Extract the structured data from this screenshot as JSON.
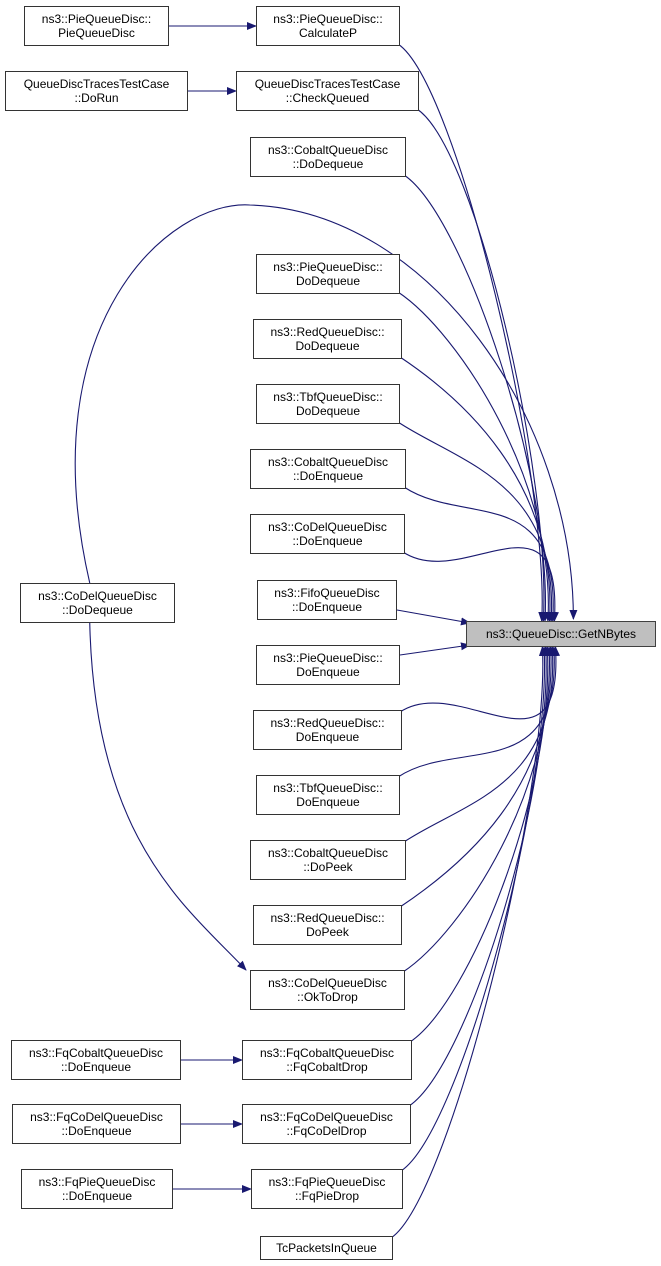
{
  "diagram": {
    "type": "caller-graph",
    "edge_color": "#191970",
    "target_fill": "#bfbfbf",
    "target": {
      "id": "getnbytes",
      "lines": [
        "ns3::QueueDisc::GetNBytes"
      ]
    },
    "nodes": [
      {
        "id": "pie_ctor",
        "lines": [
          "ns3::PieQueueDisc::",
          "PieQueueDisc"
        ]
      },
      {
        "id": "pie_calcp",
        "lines": [
          "ns3::PieQueueDisc::",
          "CalculateP"
        ]
      },
      {
        "id": "qdt_dorun",
        "lines": [
          "QueueDiscTracesTestCase",
          "::DoRun"
        ]
      },
      {
        "id": "qdt_checkqueued",
        "lines": [
          "QueueDiscTracesTestCase",
          "::CheckQueued"
        ]
      },
      {
        "id": "cobalt_dodequeue",
        "lines": [
          "ns3::CobaltQueueDisc",
          "::DoDequeue"
        ]
      },
      {
        "id": "pie_dodequeue",
        "lines": [
          "ns3::PieQueueDisc::",
          "DoDequeue"
        ]
      },
      {
        "id": "red_dodequeue",
        "lines": [
          "ns3::RedQueueDisc::",
          "DoDequeue"
        ]
      },
      {
        "id": "tbf_dodequeue",
        "lines": [
          "ns3::TbfQueueDisc::",
          "DoDequeue"
        ]
      },
      {
        "id": "cobalt_doenqueue",
        "lines": [
          "ns3::CobaltQueueDisc",
          "::DoEnqueue"
        ]
      },
      {
        "id": "codel_doenqueue",
        "lines": [
          "ns3::CoDelQueueDisc",
          "::DoEnqueue"
        ]
      },
      {
        "id": "fifo_doenqueue",
        "lines": [
          "ns3::FifoQueueDisc",
          "::DoEnqueue"
        ]
      },
      {
        "id": "pie_doenqueue",
        "lines": [
          "ns3::PieQueueDisc::",
          "DoEnqueue"
        ]
      },
      {
        "id": "red_doenqueue",
        "lines": [
          "ns3::RedQueueDisc::",
          "DoEnqueue"
        ]
      },
      {
        "id": "tbf_doenqueue",
        "lines": [
          "ns3::TbfQueueDisc::",
          "DoEnqueue"
        ]
      },
      {
        "id": "cobalt_dopeek",
        "lines": [
          "ns3::CobaltQueueDisc",
          "::DoPeek"
        ]
      },
      {
        "id": "red_dopeek",
        "lines": [
          "ns3::RedQueueDisc::",
          "DoPeek"
        ]
      },
      {
        "id": "codel_oktodrop",
        "lines": [
          "ns3::CoDelQueueDisc",
          "::OkToDrop"
        ]
      },
      {
        "id": "codel_dodequeue",
        "lines": [
          "ns3::CoDelQueueDisc",
          "::DoDequeue"
        ]
      },
      {
        "id": "fqcobalt_doenqueue",
        "lines": [
          "ns3::FqCobaltQueueDisc",
          "::DoEnqueue"
        ]
      },
      {
        "id": "fqcobalt_drop",
        "lines": [
          "ns3::FqCobaltQueueDisc",
          "::FqCobaltDrop"
        ]
      },
      {
        "id": "fqcodel_doenqueue",
        "lines": [
          "ns3::FqCoDelQueueDisc",
          "::DoEnqueue"
        ]
      },
      {
        "id": "fqcodel_drop",
        "lines": [
          "ns3::FqCoDelQueueDisc",
          "::FqCoDelDrop"
        ]
      },
      {
        "id": "fqpie_doenqueue",
        "lines": [
          "ns3::FqPieQueueDisc",
          "::DoEnqueue"
        ]
      },
      {
        "id": "fqpie_drop",
        "lines": [
          "ns3::FqPieQueueDisc",
          "::FqPieDrop"
        ]
      },
      {
        "id": "tcpacketsinqueue",
        "lines": [
          "TcPacketsInQueue"
        ]
      }
    ],
    "edges": [
      {
        "from": "pie_ctor",
        "to": "pie_calcp"
      },
      {
        "from": "qdt_dorun",
        "to": "qdt_checkqueued"
      },
      {
        "from": "pie_calcp",
        "to": "getnbytes"
      },
      {
        "from": "qdt_checkqueued",
        "to": "getnbytes"
      },
      {
        "from": "cobalt_dodequeue",
        "to": "getnbytes"
      },
      {
        "from": "codel_dodequeue",
        "to": "getnbytes"
      },
      {
        "from": "pie_dodequeue",
        "to": "getnbytes"
      },
      {
        "from": "red_dodequeue",
        "to": "getnbytes"
      },
      {
        "from": "tbf_dodequeue",
        "to": "getnbytes"
      },
      {
        "from": "cobalt_doenqueue",
        "to": "getnbytes"
      },
      {
        "from": "codel_doenqueue",
        "to": "getnbytes"
      },
      {
        "from": "fifo_doenqueue",
        "to": "getnbytes"
      },
      {
        "from": "pie_doenqueue",
        "to": "getnbytes"
      },
      {
        "from": "red_doenqueue",
        "to": "getnbytes"
      },
      {
        "from": "tbf_doenqueue",
        "to": "getnbytes"
      },
      {
        "from": "cobalt_dopeek",
        "to": "getnbytes"
      },
      {
        "from": "red_dopeek",
        "to": "getnbytes"
      },
      {
        "from": "codel_oktodrop",
        "to": "getnbytes"
      },
      {
        "from": "codel_dodequeue",
        "to": "codel_oktodrop"
      },
      {
        "from": "fqcobalt_doenqueue",
        "to": "fqcobalt_drop"
      },
      {
        "from": "fqcobalt_drop",
        "to": "getnbytes"
      },
      {
        "from": "fqcodel_doenqueue",
        "to": "fqcodel_drop"
      },
      {
        "from": "fqcodel_drop",
        "to": "getnbytes"
      },
      {
        "from": "fqpie_doenqueue",
        "to": "fqpie_drop"
      },
      {
        "from": "fqpie_drop",
        "to": "getnbytes"
      },
      {
        "from": "tcpacketsinqueue",
        "to": "getnbytes"
      }
    ]
  }
}
